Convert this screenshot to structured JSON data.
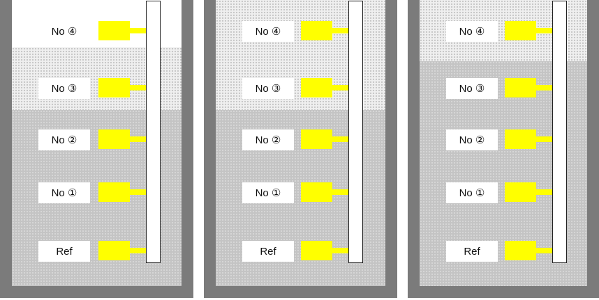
{
  "colors": {
    "wall": "#7b7b7b",
    "sensor": "#ffff00",
    "dense_fluid": "#c4c4c4",
    "light_fluid": "#efefef"
  },
  "labels": {
    "no4": "No ④",
    "no3": "No ③",
    "no2": "No ②",
    "no1": "No ①",
    "ref": "Ref"
  },
  "panels": [
    {
      "name": "panel-1",
      "layers": [
        "clear",
        "light",
        "dense"
      ]
    },
    {
      "name": "panel-2",
      "layers": [
        "light",
        "dense"
      ]
    },
    {
      "name": "panel-3",
      "layers": [
        "light",
        "dense"
      ]
    }
  ]
}
